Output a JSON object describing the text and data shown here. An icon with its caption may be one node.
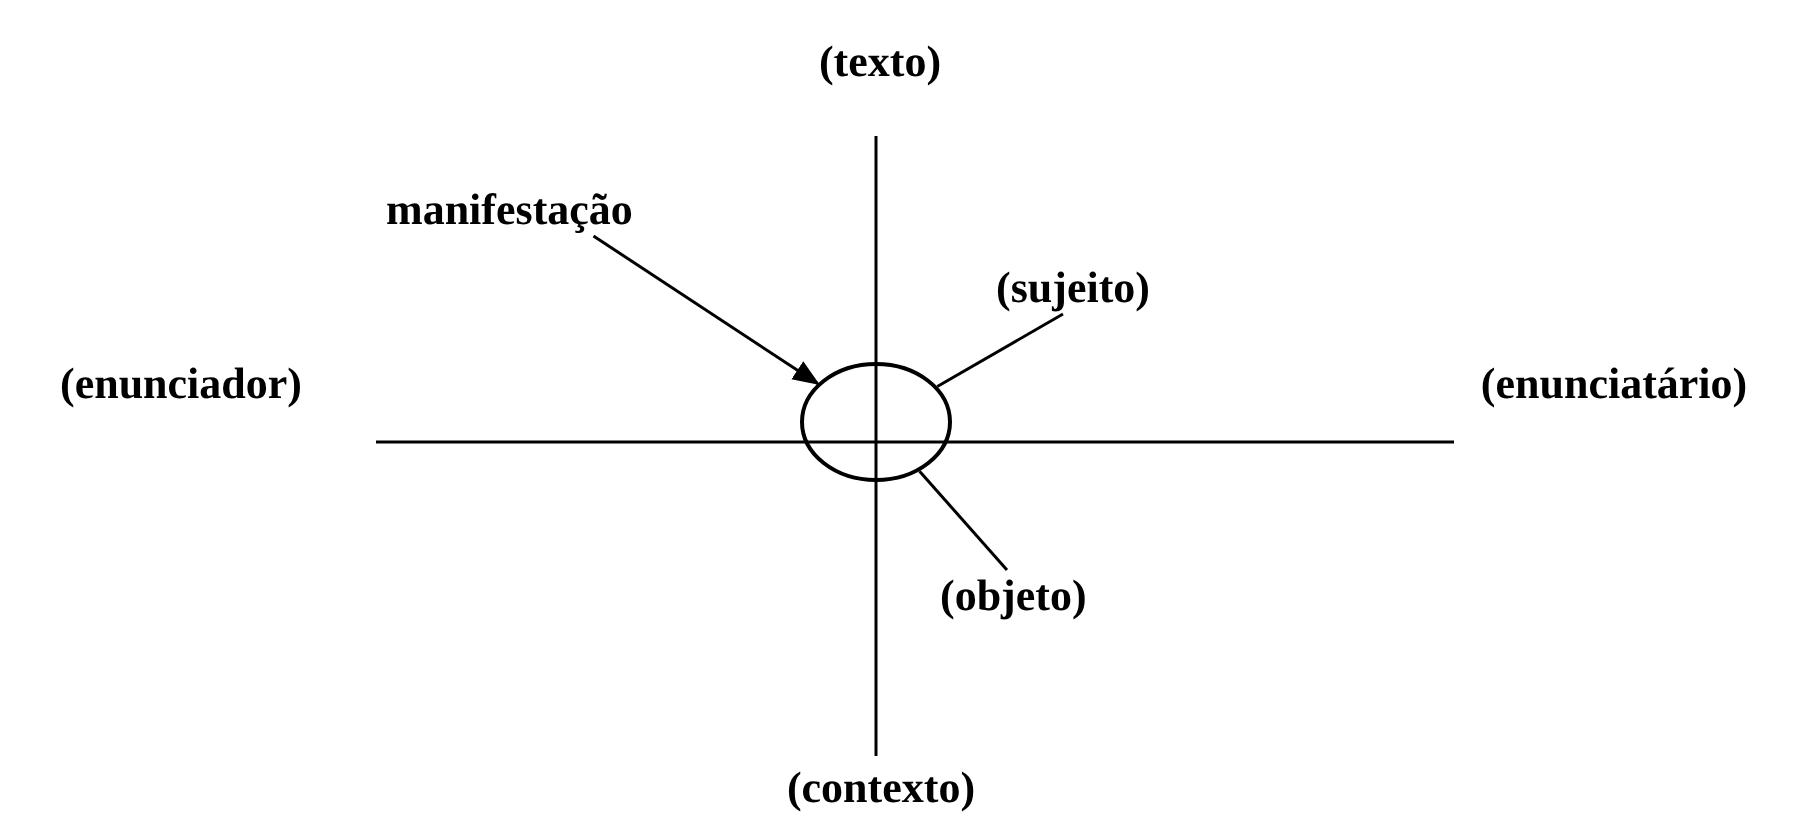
{
  "diagram": {
    "nodes": [
      {
        "text": [
          "manifestação"
        ]
      },
      {
        "text": [
          "(sujeito)"
        ]
      },
      {
        "text": [],
        "shape": "circle"
      },
      {
        "text": [
          "(objeto)"
        ]
      }
    ],
    "edges": [
      {
        "from": 0,
        "to": 2,
        "arrow": "to"
      },
      {
        "from": 1,
        "to": 2,
        "arrow": "none"
      },
      {
        "from": 3,
        "to": 2,
        "arrow": "none"
      }
    ],
    "labels": [
      "(texto)",
      "(enunciador)",
      "(enunciatário)",
      "(contexto)"
    ]
  }
}
